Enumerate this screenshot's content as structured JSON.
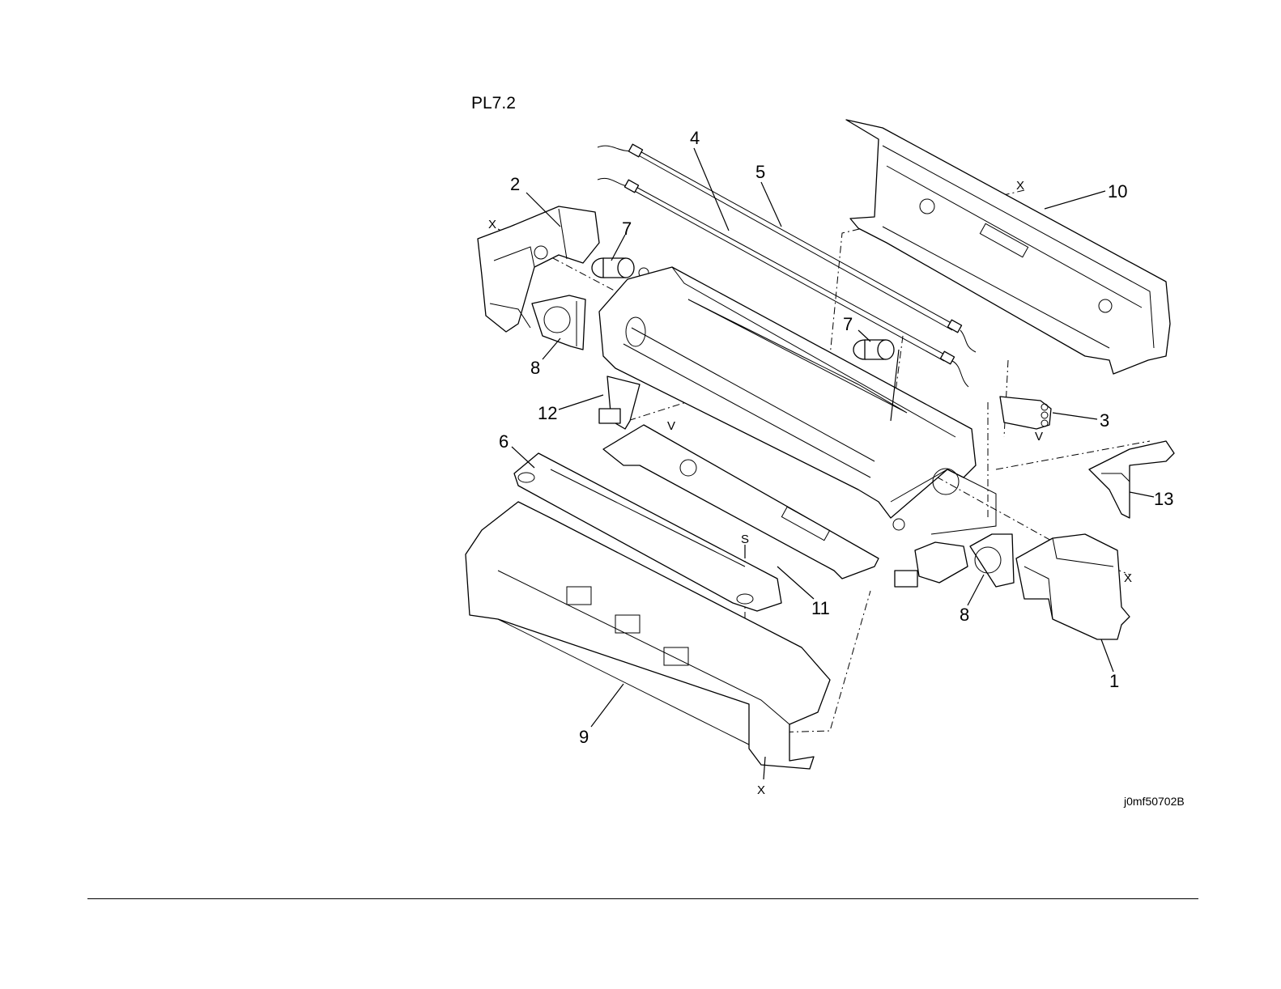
{
  "plate_id": "PL7.2",
  "figure_code": "j0mf50702B",
  "callouts": {
    "c1": "1",
    "c2": "2",
    "c3": "3",
    "c4": "4",
    "c5": "5",
    "c6": "6",
    "c7a": "7",
    "c7b": "7",
    "c8a": "8",
    "c8b": "8",
    "c9": "9",
    "c10": "10",
    "c11": "11",
    "c12": "12",
    "c13": "13"
  },
  "refs": {
    "x_top": "X",
    "x_left": "X",
    "x_right": "X",
    "x_bottom": "X",
    "v_left": "V",
    "v_right": "V",
    "s": "S"
  }
}
